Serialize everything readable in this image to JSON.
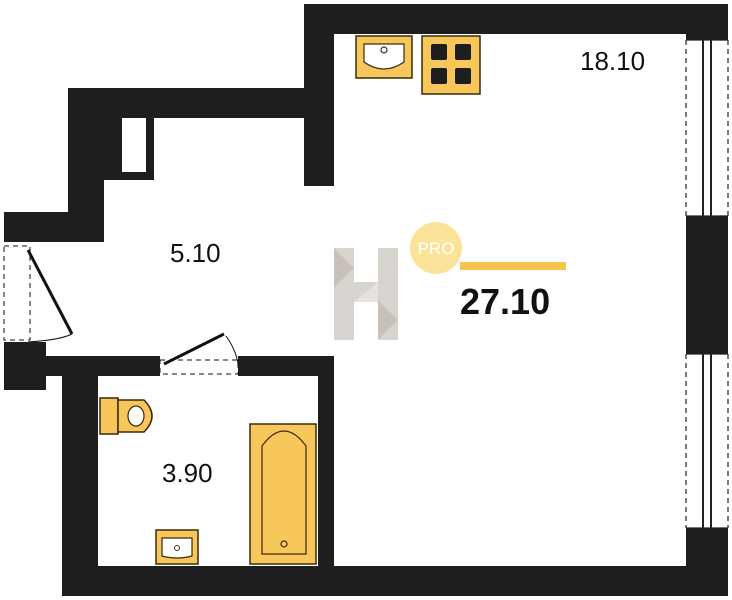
{
  "rooms": {
    "living_area": "18.10",
    "hall_area": "5.10",
    "bath_area": "3.90"
  },
  "total": {
    "area": "27.10",
    "badge": "PRO"
  },
  "colors": {
    "wall": "#1e1e1e",
    "fixture_fill": "#f7c75c",
    "fixture_stroke": "#3a2a0a",
    "badge_circle": "#fbe39a",
    "badge_text": "#ffffff",
    "accent_bar": "#f6c34c",
    "logo": "#d8d4cf"
  },
  "icons": [
    "logo-icon",
    "sink-icon",
    "stove-icon",
    "toilet-icon",
    "bathtub-icon",
    "door-icon",
    "window-icon"
  ]
}
